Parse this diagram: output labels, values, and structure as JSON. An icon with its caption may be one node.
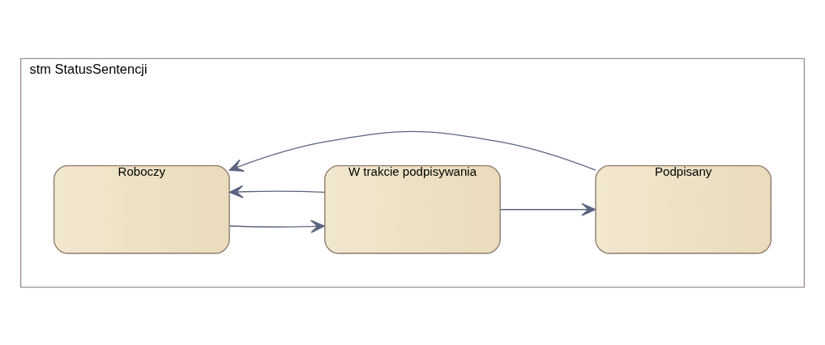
{
  "diagram": {
    "nodes": [
      {
        "text": [
          "stm StatusSentencji"
        ]
      },
      {
        "text": [
          "Roboczy"
        ],
        "in": 0
      },
      {
        "text": [
          "W trakcie podpisywania"
        ],
        "in": 0
      },
      {
        "text": [
          "Podpisany"
        ],
        "in": 0
      }
    ],
    "edges": [
      {
        "from": 1,
        "to": 2,
        "arrow": "to"
      },
      {
        "from": 2,
        "to": 3,
        "arrow": "to"
      },
      {
        "from": 2,
        "to": 1,
        "arrow": "to"
      },
      {
        "from": 3,
        "to": 1,
        "arrow": "to"
      }
    ]
  }
}
